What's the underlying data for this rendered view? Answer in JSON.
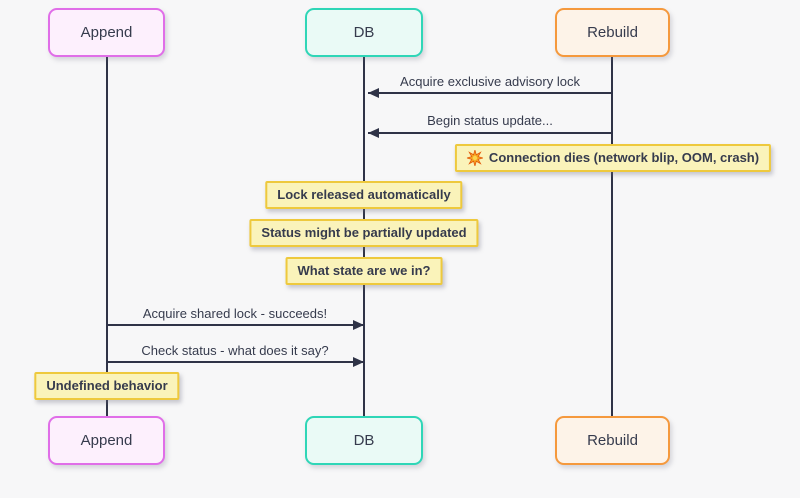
{
  "diagram": {
    "type": "sequence-diagram",
    "actors": [
      {
        "id": "append",
        "label": "Append",
        "border_color": "#e06ee8",
        "fill_color": "#fdf0fd"
      },
      {
        "id": "db",
        "label": "DB",
        "border_color": "#2fd6b7",
        "fill_color": "#eafaf6"
      },
      {
        "id": "rebuild",
        "label": "Rebuild",
        "border_color": "#f5993d",
        "fill_color": "#fdf3e8"
      }
    ],
    "messages": [
      {
        "from": "Rebuild",
        "to": "DB",
        "direction": "left",
        "label": "Acquire exclusive advisory lock"
      },
      {
        "from": "Rebuild",
        "to": "DB",
        "direction": "left",
        "label": "Begin status update..."
      },
      {
        "from": "Append",
        "to": "DB",
        "direction": "right",
        "label": "Acquire shared lock - succeeds!"
      },
      {
        "from": "Append",
        "to": "DB",
        "direction": "right",
        "label": "Check status - what does it say?"
      }
    ],
    "notes": [
      {
        "over": "Rebuild",
        "icon": "💥",
        "text": "Connection dies (network blip, OOM, crash)"
      },
      {
        "over": "DB",
        "text": "Lock released automatically"
      },
      {
        "over": "DB",
        "text": "Status might be partially updated"
      },
      {
        "over": "DB",
        "text": "What state are we in?"
      },
      {
        "over": "Append",
        "text": "Undefined behavior"
      }
    ],
    "colors": {
      "background": "#f7f7f8",
      "line": "#2f3347",
      "text": "#363b4d",
      "note_fill": "#faf3ba",
      "note_border": "#eec93d"
    }
  }
}
